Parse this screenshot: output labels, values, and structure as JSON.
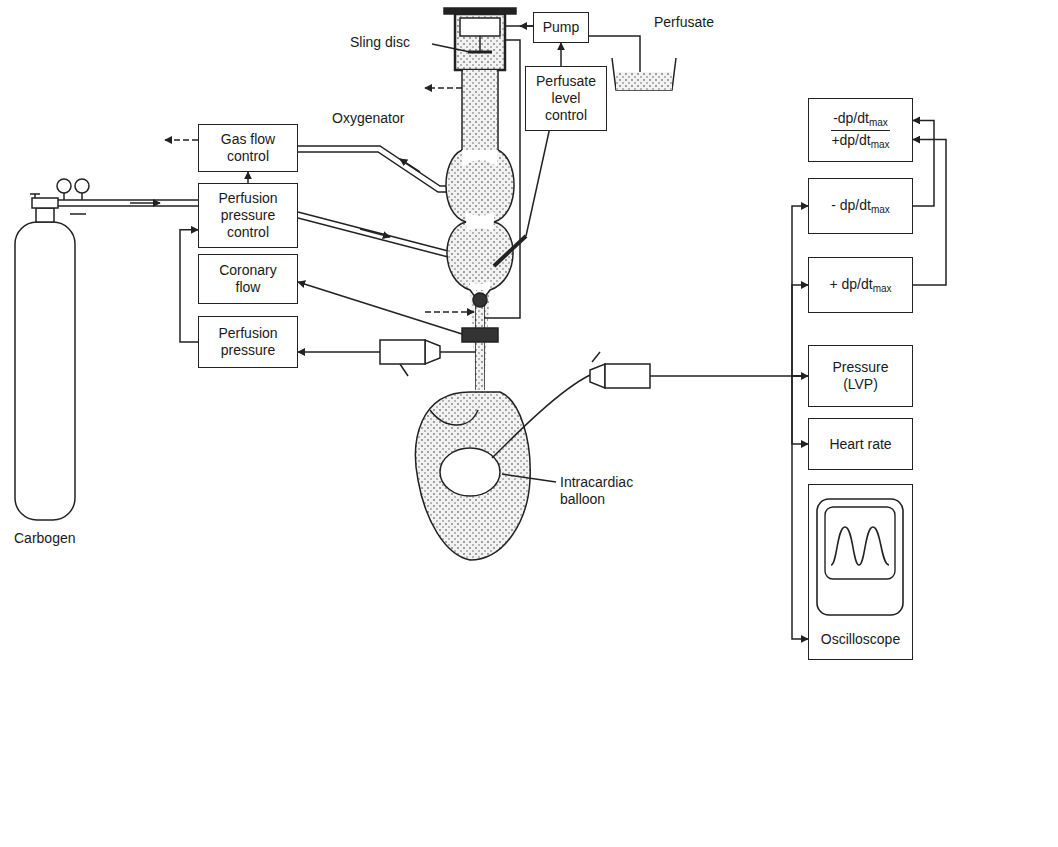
{
  "diagram": {
    "nodes": [
      {
        "text": [
          "Pump"
        ]
      },
      {
        "text": [
          "Perfusate level control"
        ]
      },
      {
        "text": [
          "Gas flow control"
        ]
      },
      {
        "text": [
          "Perfusion pressure control"
        ]
      },
      {
        "text": [
          "Coronary flow"
        ]
      },
      {
        "text": [
          "Perfusion pressure"
        ]
      },
      {
        "text": [
          "-dp/dt",
          "max",
          "+dp/dt",
          "max"
        ]
      },
      {
        "text": [
          "- dp/dt",
          "max"
        ]
      },
      {
        "text": [
          "+ dp/dt",
          "max"
        ]
      },
      {
        "text": [
          "Pressure (LVP)"
        ]
      },
      {
        "text": [
          "Heart rate"
        ]
      },
      {
        "text": [
          "Oscilloscope"
        ]
      }
    ],
    "edges": [
      {
        "from": 1,
        "to": 0,
        "arrow": "to"
      },
      {
        "from": 3,
        "to": 2,
        "arrow": "to"
      },
      {
        "from": 5,
        "to": 3,
        "arrow": "to"
      },
      {
        "from": 7,
        "to": 6,
        "arrow": "to"
      },
      {
        "from": 8,
        "to": 6,
        "arrow": "to"
      },
      {
        "from": 9,
        "to": 7,
        "arrow": "to"
      },
      {
        "from": 9,
        "to": 8,
        "arrow": "to"
      },
      {
        "from": 9,
        "to": 10,
        "arrow": "to"
      },
      {
        "from": 9,
        "to": 11,
        "arrow": "to"
      }
    ],
    "labels": [
      "Sling disc",
      "Oxygenator",
      "Perfusate",
      "Carbogen",
      "Intracardiac balloon"
    ]
  }
}
